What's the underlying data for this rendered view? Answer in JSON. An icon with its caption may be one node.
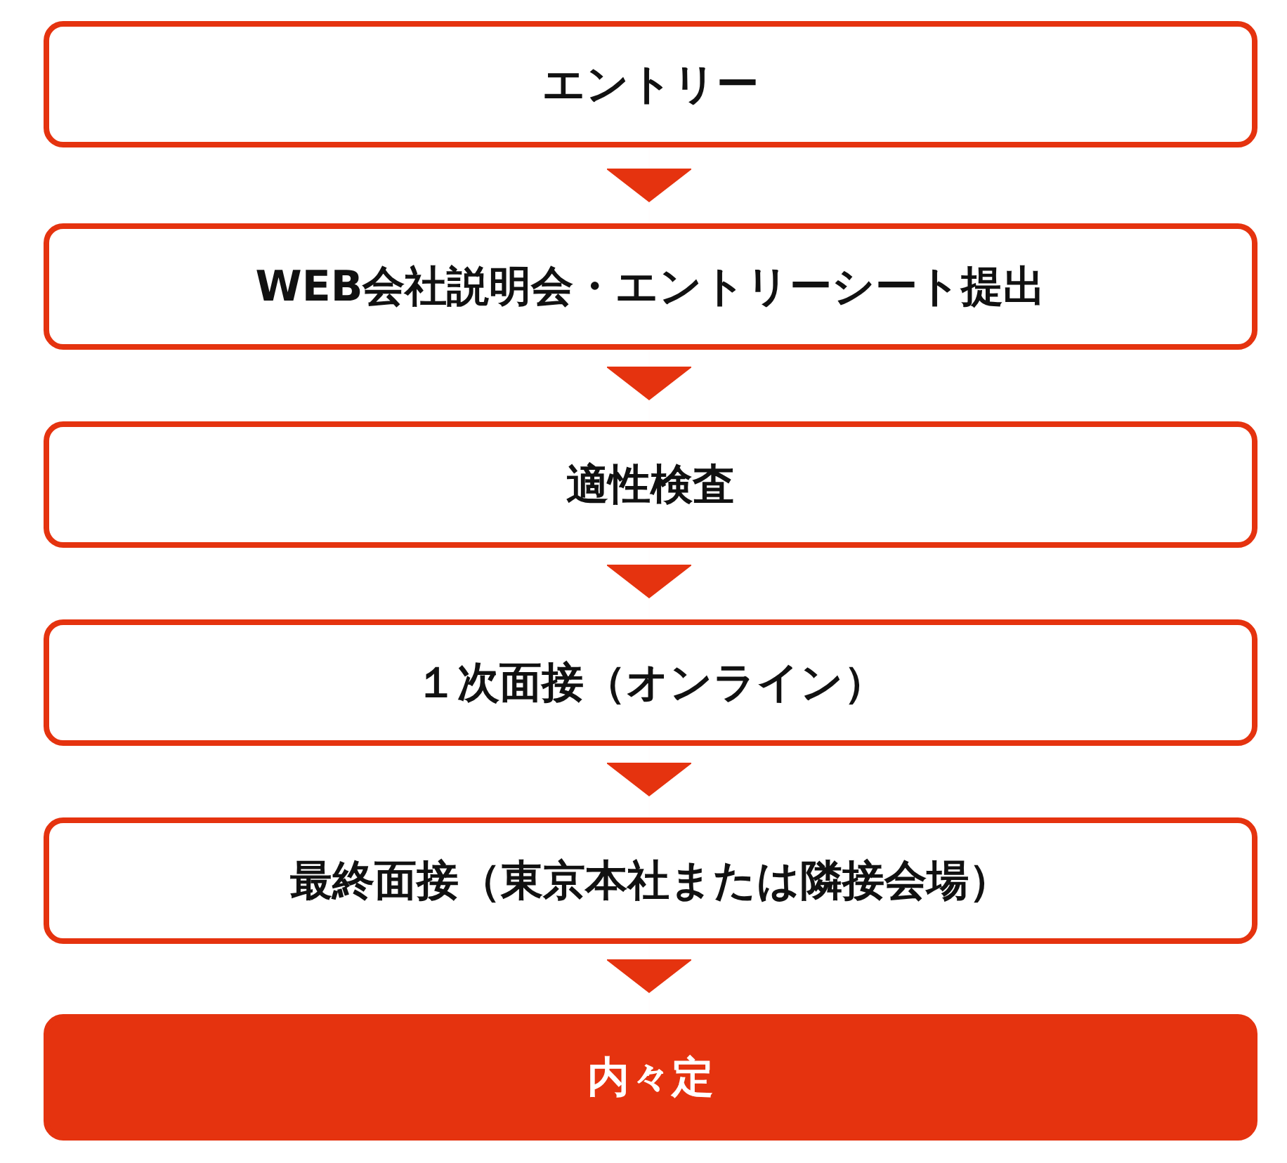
{
  "diagram": {
    "nodes": [
      {
        "text": [
          "エントリー"
        ]
      },
      {
        "text": [
          "WEB会社説明会・エントリーシート提出"
        ]
      },
      {
        "text": [
          "適性検査"
        ]
      },
      {
        "text": [
          "１次面接（オンライン）"
        ]
      },
      {
        "text": [
          "最終面接（東京本社または隣接会場）"
        ]
      },
      {
        "text": [
          "内々定"
        ]
      }
    ],
    "edges": [
      {
        "from": 0,
        "to": 1,
        "arrow": "to"
      },
      {
        "from": 1,
        "to": 2,
        "arrow": "to"
      },
      {
        "from": 2,
        "to": 3,
        "arrow": "to"
      },
      {
        "from": 3,
        "to": 4,
        "arrow": "to"
      },
      {
        "from": 4,
        "to": 5,
        "arrow": "to"
      }
    ]
  }
}
